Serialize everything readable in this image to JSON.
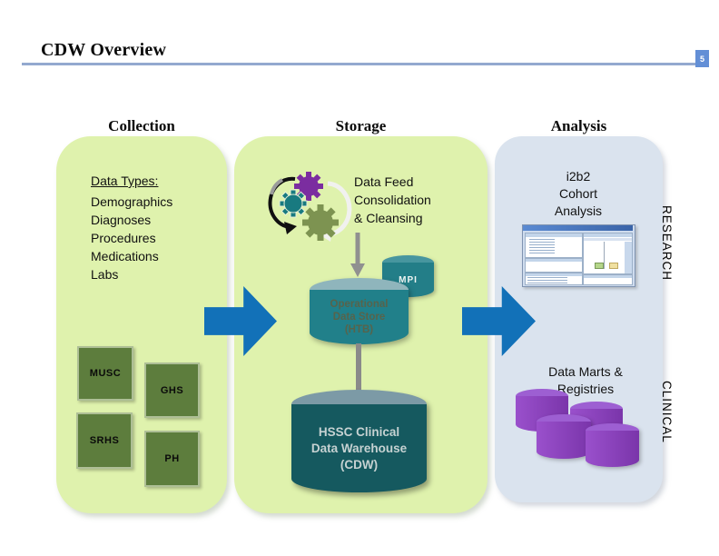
{
  "slide": {
    "title": "CDW Overview",
    "page_number": "5"
  },
  "headers": {
    "collection": "Collection",
    "storage": "Storage",
    "analysis": "Analysis"
  },
  "collection": {
    "data_types_heading": "Data Types:",
    "data_types": [
      "Demographics",
      "Diagnoses",
      "Procedures",
      "Medications",
      "Labs"
    ],
    "sources": [
      "MUSC",
      "GHS",
      "SRHS",
      "PH"
    ]
  },
  "storage": {
    "feed_label": "Data Feed\nConsolidation\n& Cleansing",
    "mpi_label": "MPI",
    "ods_label": "Operational\nData Store\n(HTB)",
    "cdw_label": "HSSC Clinical\nData Warehouse\n(CDW)"
  },
  "analysis": {
    "i2b2_label": "i2b2\nCohort\nAnalysis",
    "marts_label": "Data Marts &\nRegistries",
    "research_label": "RESEARCH",
    "clinical_label": "CLINICAL"
  },
  "colors": {
    "panel_green": "#dff2ad",
    "panel_blue": "#dae3ee",
    "arrow_blue": "#1271b8",
    "source_box_green": "#5d7d3d",
    "teal_cylinder": "#237e88",
    "dark_teal_cylinder": "#15595f",
    "purple_cylinder": "#8a42bd",
    "gear_purple": "#7b2da0",
    "gear_teal": "#187a80",
    "gear_olive": "#7d9351",
    "title_rule": "#93a9cf"
  }
}
